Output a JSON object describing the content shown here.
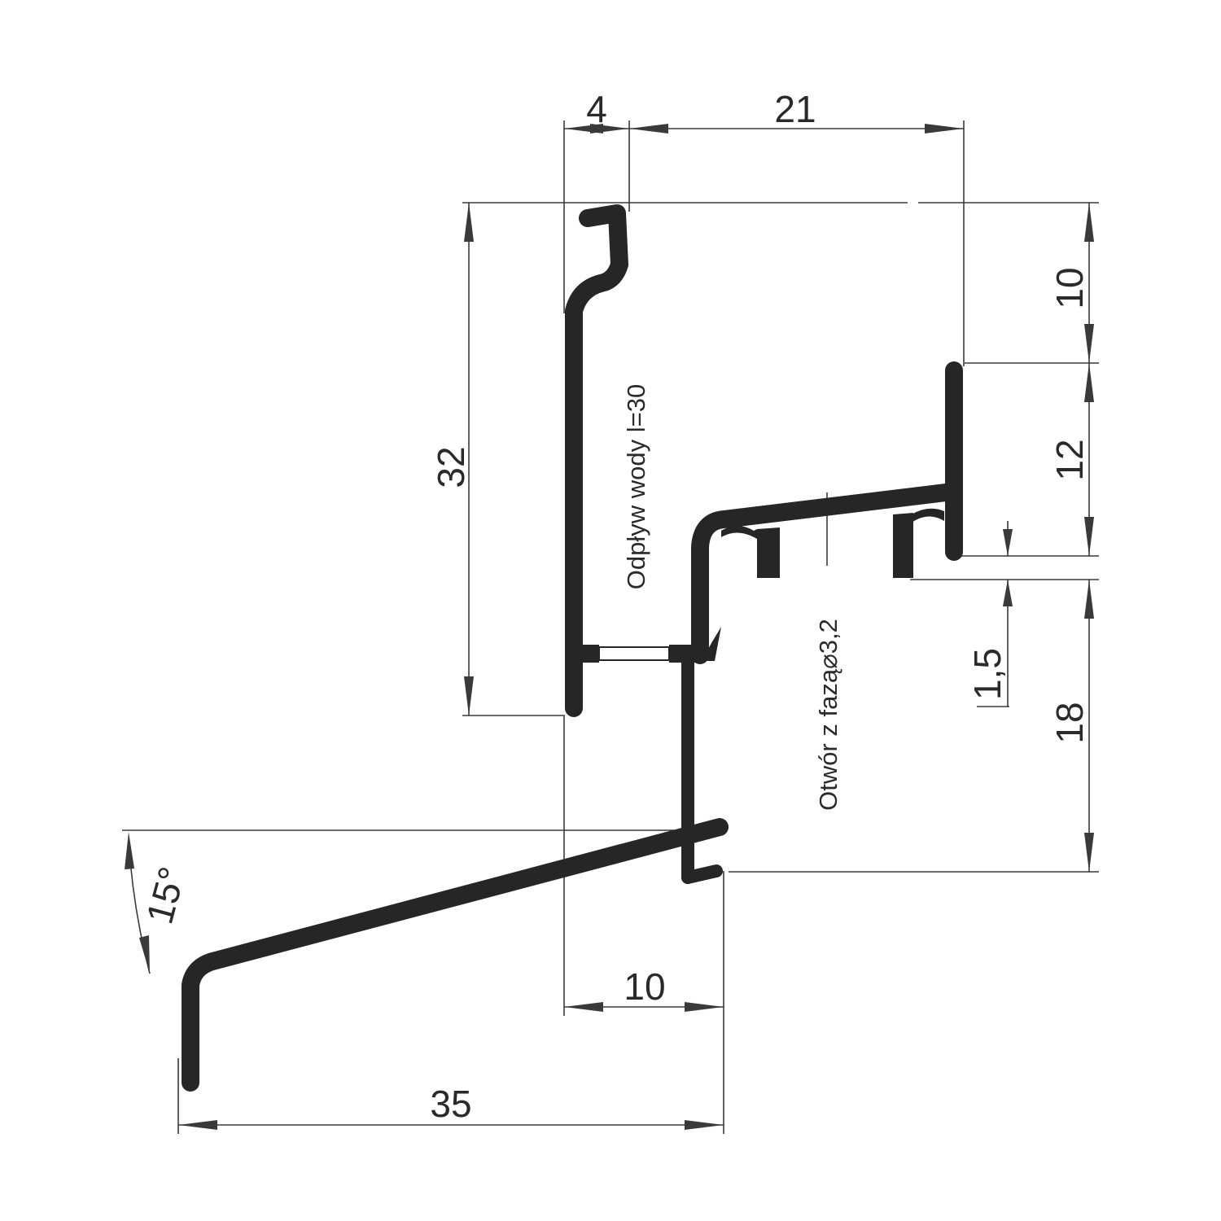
{
  "drawing": {
    "dimensions": {
      "top_left_width": "4",
      "top_width": "21",
      "left_height": "32",
      "right_upper_height": "10",
      "right_middle_height": "12",
      "right_offset": "1,5",
      "right_lower_height": "18",
      "angle": "15°",
      "bottom_inner_width": "10",
      "bottom_overall_width": "35"
    },
    "notes": {
      "drainage": "Odpływ wody l=30",
      "hole": "Otwór z fazą⌀3,2"
    },
    "colors": {
      "profile": "#262626",
      "dimension_lines": "#3a3a3a",
      "background": "#ffffff"
    }
  }
}
